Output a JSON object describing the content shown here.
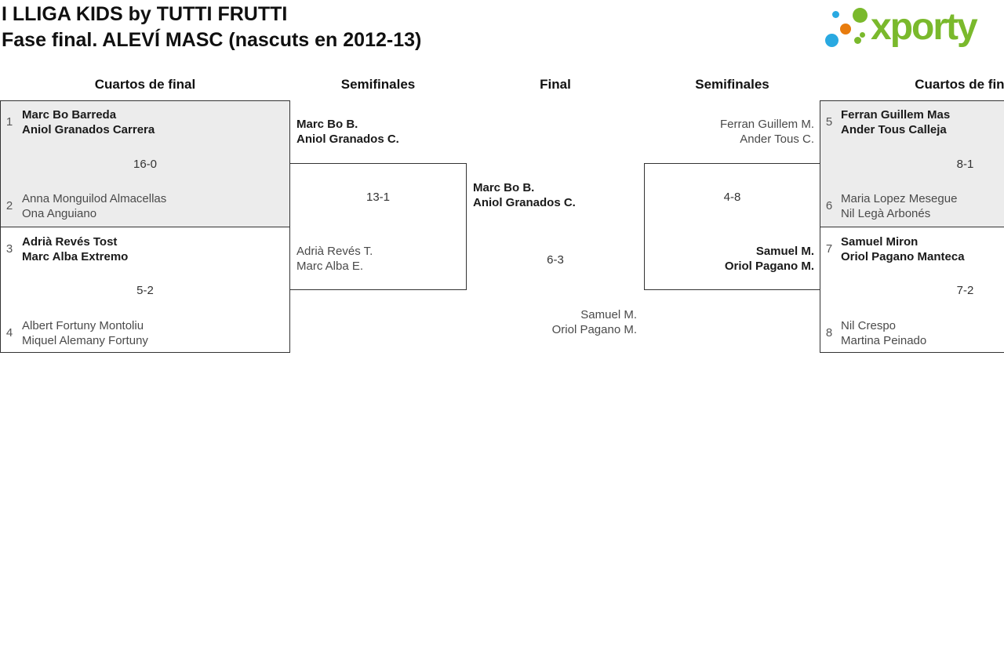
{
  "header": {
    "title_line1": "I LLIGA KIDS by TUTTI FRUTTI",
    "title_line2": "Fase final. ALEVÍ MASC (nascuts en 2012-13)",
    "logo_text": "xporty"
  },
  "colors": {
    "logo_green": "#7ab92c",
    "logo_blue": "#29a9e1",
    "logo_orange": "#e87c0e",
    "box_grey": "#ececec",
    "box_border": "#333333"
  },
  "round_headers": [
    "Cuartos de final",
    "Semifinales",
    "Final",
    "Semifinales",
    "Cuartos de final"
  ],
  "matches": {
    "qf1": {
      "seed_top": "1",
      "team_top_line1": "Marc Bo Barreda",
      "team_top_line2": "Aniol Granados Carrera",
      "score": "16-0",
      "seed_bottom": "2",
      "team_bottom_line1": "Anna Monguilod Almacellas",
      "team_bottom_line2": "Ona Anguiano"
    },
    "qf2": {
      "seed_top": "3",
      "team_top_line1": "Adrià Revés Tost",
      "team_top_line2": "Marc Alba Extremo",
      "score": "5-2",
      "seed_bottom": "4",
      "team_bottom_line1": "Albert Fortuny Montoliu",
      "team_bottom_line2": "Miquel Alemany Fortuny"
    },
    "sf_left": {
      "team_top_line1": "Marc Bo B.",
      "team_top_line2": "Aniol Granados C.",
      "score": "13-1",
      "team_bottom_line1": "Adrià Revés T.",
      "team_bottom_line2": "Marc Alba E."
    },
    "final": {
      "team_top_line1": "Marc Bo B.",
      "team_top_line2": "Aniol Granados C.",
      "score": "6-3",
      "team_bottom_line1": "Samuel M.",
      "team_bottom_line2": "Oriol Pagano M."
    },
    "sf_right": {
      "team_top_line1": "Ferran Guillem M.",
      "team_top_line2": "Ander Tous C.",
      "score": "4-8",
      "team_bottom_line1": "Samuel M.",
      "team_bottom_line2": "Oriol Pagano M."
    },
    "qf3": {
      "seed_top": "5",
      "team_top_line1": "Ferran Guillem Mas",
      "team_top_line2": "Ander Tous Calleja",
      "score": "8-1",
      "seed_bottom": "6",
      "team_bottom_line1": "Maria Lopez Mesegue",
      "team_bottom_line2": "Nil Legà Arbonés"
    },
    "qf4": {
      "seed_top": "7",
      "team_top_line1": "Samuel Miron",
      "team_top_line2": "Oriol Pagano Manteca",
      "score": "7-2",
      "seed_bottom": "8",
      "team_bottom_line1": "Nil Crespo",
      "team_bottom_line2": "Martina Peinado"
    }
  }
}
